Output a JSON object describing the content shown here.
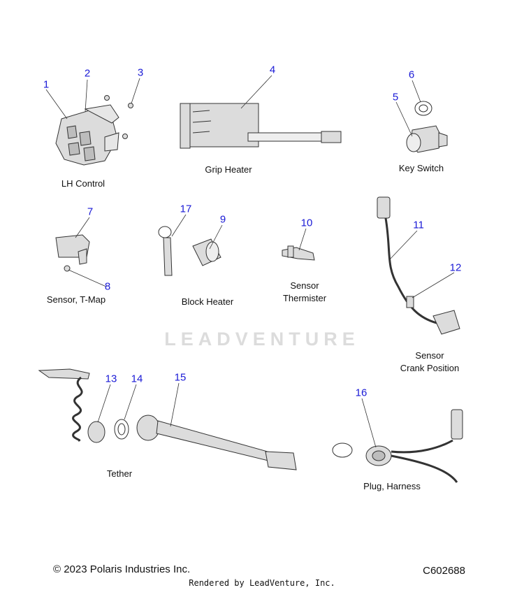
{
  "callouts": [
    {
      "id": "callout-1",
      "text": "1"
    },
    {
      "id": "callout-2",
      "text": "2"
    },
    {
      "id": "callout-3",
      "text": "3"
    },
    {
      "id": "callout-4",
      "text": "4"
    },
    {
      "id": "callout-5",
      "text": "5"
    },
    {
      "id": "callout-6",
      "text": "6"
    },
    {
      "id": "callout-7",
      "text": "7"
    },
    {
      "id": "callout-8",
      "text": "8"
    },
    {
      "id": "callout-9",
      "text": "9"
    },
    {
      "id": "callout-10",
      "text": "10"
    },
    {
      "id": "callout-11",
      "text": "11"
    },
    {
      "id": "callout-12",
      "text": "12"
    },
    {
      "id": "callout-13",
      "text": "13"
    },
    {
      "id": "callout-14",
      "text": "14"
    },
    {
      "id": "callout-15",
      "text": "15"
    },
    {
      "id": "callout-16",
      "text": "16"
    },
    {
      "id": "callout-17",
      "text": "17"
    }
  ],
  "labels": {
    "lh_control": "LH Control",
    "grip_heater": "Grip Heater",
    "key_switch": "Key Switch",
    "sensor_tmap": "Sensor, T-Map",
    "block_heater": "Block Heater",
    "sensor_thermister_1": "Sensor",
    "sensor_thermister_2": "Thermister",
    "sensor_crank_1": "Sensor",
    "sensor_crank_2": "Crank Position",
    "tether": "Tether",
    "plug_harness": "Plug, Harness"
  },
  "watermark": "LEADVENTURE",
  "footer": {
    "copyright": "© 2023 Polaris Industries Inc.",
    "code": "C602688",
    "rendered_by": "Rendered by LeadVenture, Inc."
  },
  "colors": {
    "callout": "#1a1ad6",
    "line": "#333333",
    "part_fill": "#dcdcdc",
    "watermark": "#dcdcdc"
  }
}
